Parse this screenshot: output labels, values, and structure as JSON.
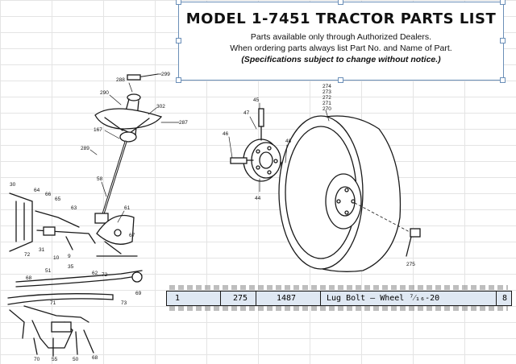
{
  "header": {
    "title": "MODEL 1-7451 TRACTOR PARTS LIST",
    "line1": "Parts available only through Authorized Dealers.",
    "line2": "When ordering parts always list Part No. and Name of Part.",
    "line3": "(Specifications subject to change without notice.)"
  },
  "selected_row": {
    "col1": "1",
    "col2": "275",
    "col3": "1487",
    "col4": "Lug Bolt — Wheel ⁷⁄₁₆-20",
    "col5": "8"
  },
  "callouts": {
    "c288": "288",
    "c299": "299",
    "c290": "290",
    "c302": "302",
    "c287": "287",
    "c167": "167",
    "c289": "289",
    "c58": "58",
    "c61": "61",
    "c30": "30",
    "c64": "64",
    "c66": "66",
    "c65": "65",
    "c63": "63",
    "c67": "67",
    "c31": "31",
    "c10": "10",
    "c9": "9",
    "c72a": "72",
    "c62": "62",
    "c72b": "72",
    "c35": "35",
    "c51": "51",
    "c68a": "68",
    "c71": "71",
    "c73": "73",
    "c69": "69",
    "c70": "70",
    "c55": "55",
    "c50": "50",
    "c68b": "68",
    "c45": "45",
    "c47": "47",
    "c46": "46",
    "c48": "48",
    "c44": "44",
    "c274": "274",
    "c273": "273",
    "c272": "272",
    "c271": "271",
    "c270": "270",
    "c275": "275"
  }
}
